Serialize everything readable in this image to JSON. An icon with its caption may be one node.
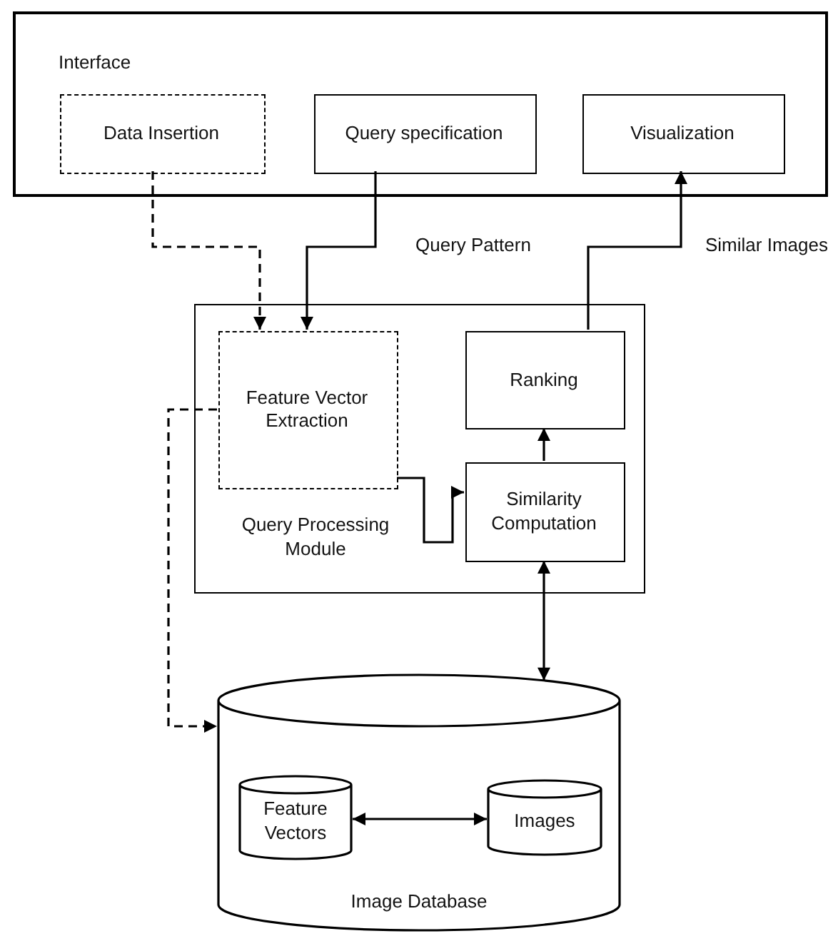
{
  "diagram": {
    "nodes": [
      {
        "text": [
          "Interface"
        ]
      },
      {
        "text": [
          "Data Insertion"
        ],
        "in": 0
      },
      {
        "text": [
          "Query specification"
        ],
        "in": 0
      },
      {
        "text": [
          "Visualization"
        ],
        "in": 0
      },
      {
        "text": [
          "Query Processing Module"
        ]
      },
      {
        "text": [
          "Feature Vector Extraction"
        ],
        "in": 4
      },
      {
        "text": [
          "Ranking"
        ],
        "in": 4
      },
      {
        "text": [
          "Similarity Computation"
        ],
        "in": 4
      },
      {
        "text": [
          "Image Database"
        ]
      },
      {
        "text": [
          "Feature Vectors"
        ],
        "in": 8
      },
      {
        "text": [
          "Images"
        ],
        "in": 8
      }
    ],
    "edges": [
      {
        "from": 1,
        "to": 5,
        "arrow": "to",
        "style": "dashed"
      },
      {
        "from": 2,
        "to": 5,
        "arrow": "to",
        "label": "Query Pattern"
      },
      {
        "from": 6,
        "to": 3,
        "arrow": "to",
        "label": "Similar Images"
      },
      {
        "from": 5,
        "to": 7,
        "arrow": "to"
      },
      {
        "from": 7,
        "to": 6,
        "arrow": "to"
      },
      {
        "from": 7,
        "to": 8,
        "arrow": "both"
      },
      {
        "from": 5,
        "to": 8,
        "arrow": "to",
        "style": "dashed"
      },
      {
        "from": 9,
        "to": 10,
        "arrow": "both"
      }
    ]
  }
}
